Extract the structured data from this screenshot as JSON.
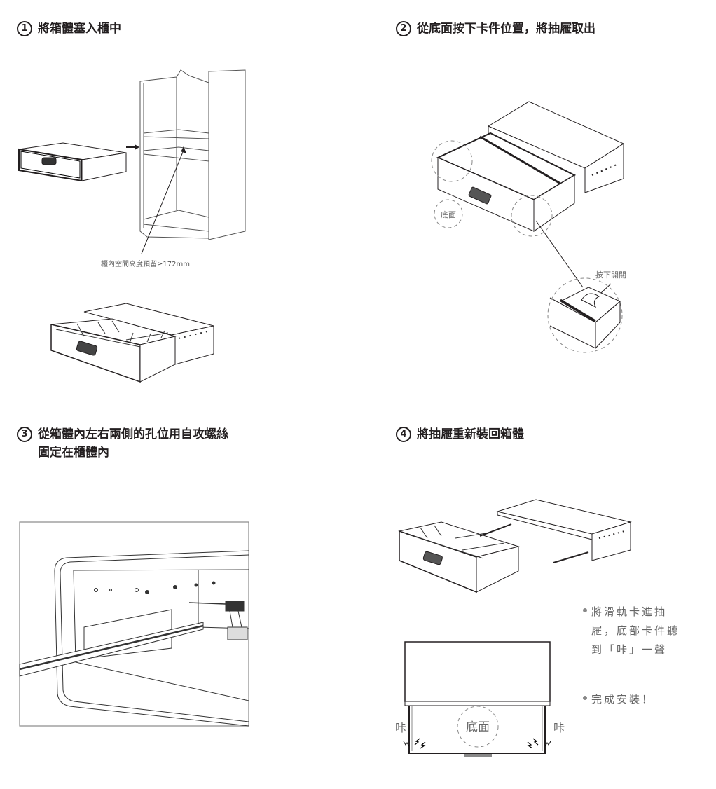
{
  "steps": [
    {
      "number": "1",
      "title": "將箱體塞入櫃中",
      "caption": "櫃內空間高度預留≥172mm"
    },
    {
      "number": "2",
      "title": "從底面按下卡件位置，將抽屜取出",
      "labels": {
        "bottom": "底面",
        "press": "按下開關"
      }
    },
    {
      "number": "3",
      "title_line1": "從箱體內左右兩側的孔位用自攻螺絲",
      "title_line2": "固定在櫃體內"
    },
    {
      "number": "4",
      "title": "將抽屜重新裝回箱體",
      "notes": [
        {
          "lines": [
            "將滑軌卡進抽",
            "屜，底部卡件聽",
            "到「咔」一聲"
          ]
        },
        {
          "lines": [
            "完成安裝！"
          ]
        }
      ],
      "labels": {
        "bottom": "底面",
        "click_left": "咔",
        "click_right": "咔"
      }
    }
  ]
}
